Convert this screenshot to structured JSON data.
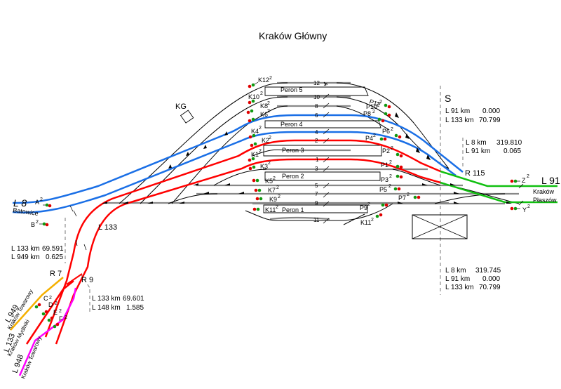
{
  "title": "Kraków Główny",
  "colors": {
    "line8": "#1a6fe6",
    "line133": "#ff0000",
    "line91": "#10c010",
    "line949": "#f5b000",
    "line948": "#ff00ff",
    "track": "#888888",
    "signal_red": "#e00000",
    "signal_green": "#119911"
  },
  "building_label": "KG",
  "platforms": [
    "Peron 5",
    "Peron 4",
    "Peron 3",
    "Peron 2",
    "Peron 1"
  ],
  "track_numbers": [
    "12",
    "10",
    "8",
    "6",
    "4",
    "2",
    "1",
    "3",
    "5",
    "7",
    "9",
    "11"
  ],
  "signals_west": [
    {
      "name": "K12",
      "sup": "2"
    },
    {
      "name": "K10",
      "sup": "2"
    },
    {
      "name": "K8",
      "sup": "2"
    },
    {
      "name": "K6",
      "sup": "2"
    },
    {
      "name": "K4",
      "sup": "2"
    },
    {
      "name": "K2",
      "sup": "2"
    },
    {
      "name": "K1",
      "sup": "2"
    },
    {
      "name": "K3",
      "sup": "2"
    },
    {
      "name": "K5",
      "sup": "2"
    },
    {
      "name": "K7",
      "sup": "2"
    },
    {
      "name": "K9",
      "sup": "2"
    },
    {
      "name": "K11",
      "sup": "2"
    }
  ],
  "signals_east": [
    {
      "name": "P12",
      "sup": "2"
    },
    {
      "name": "P10",
      "sup": "2"
    },
    {
      "name": "P8",
      "sup": "2"
    },
    {
      "name": "P6",
      "sup": "2"
    },
    {
      "name": "P4",
      "sup": "2"
    },
    {
      "name": "P2",
      "sup": "2"
    },
    {
      "name": "P1",
      "sup": "2"
    },
    {
      "name": "P3",
      "sup": "2"
    },
    {
      "name": "P5",
      "sup": "2"
    },
    {
      "name": "P7",
      "sup": "2"
    },
    {
      "name": "P9",
      "sup": "2"
    },
    {
      "name": "K11",
      "sup": "2"
    }
  ],
  "signals_entry": [
    {
      "name": "A",
      "sup": "2"
    },
    {
      "name": "B",
      "sup": "2"
    },
    {
      "name": "C",
      "sup": "2"
    },
    {
      "name": "D",
      "sup": "2"
    },
    {
      "name": "E",
      "sup": "2"
    },
    {
      "name": "F",
      "sup": "2"
    },
    {
      "name": "Z",
      "sup": "2"
    },
    {
      "name": "Y",
      "sup": "2"
    }
  ],
  "lines": {
    "l8": {
      "number": "L 8",
      "destination": "Batowice"
    },
    "l133": {
      "number": "L 133"
    },
    "l91": {
      "number": "L 91",
      "destination_1": "Kraków",
      "destination_2": "Płaszów"
    },
    "l949": {
      "number": "L 949",
      "destination": "Kraków Towarowy"
    },
    "l133_sw": {
      "number": "L 133",
      "destination": "Kraków Mydlniki"
    },
    "l948": {
      "number": "L 948",
      "destination": "Kraków Towarowy"
    }
  },
  "junctions": {
    "r7": "R 7",
    "r9": "R 9",
    "r115": "R 115",
    "s": "S"
  },
  "mileage": {
    "s": [
      {
        "line": "L  91 km",
        "km": "0.000"
      },
      {
        "line": "L 133 km",
        "km": "70.799"
      }
    ],
    "r115": [
      {
        "line": "L    8 km",
        "km": "319.810"
      },
      {
        "line": "L  91 km",
        "km": "0.065"
      }
    ],
    "r7": [
      {
        "line": "L 133 km",
        "km": "69.591"
      },
      {
        "line": "L 949 km",
        "km": "0.625"
      }
    ],
    "r9": [
      {
        "line": "L 133 km",
        "km": "69.601"
      },
      {
        "line": "L 148 km",
        "km": "1.585"
      }
    ],
    "bottom": [
      {
        "line": "L    8 km",
        "km": "319.745"
      },
      {
        "line": "L  91 km",
        "km": "0.000"
      },
      {
        "line": "L 133 km",
        "km": "70.799"
      }
    ]
  }
}
